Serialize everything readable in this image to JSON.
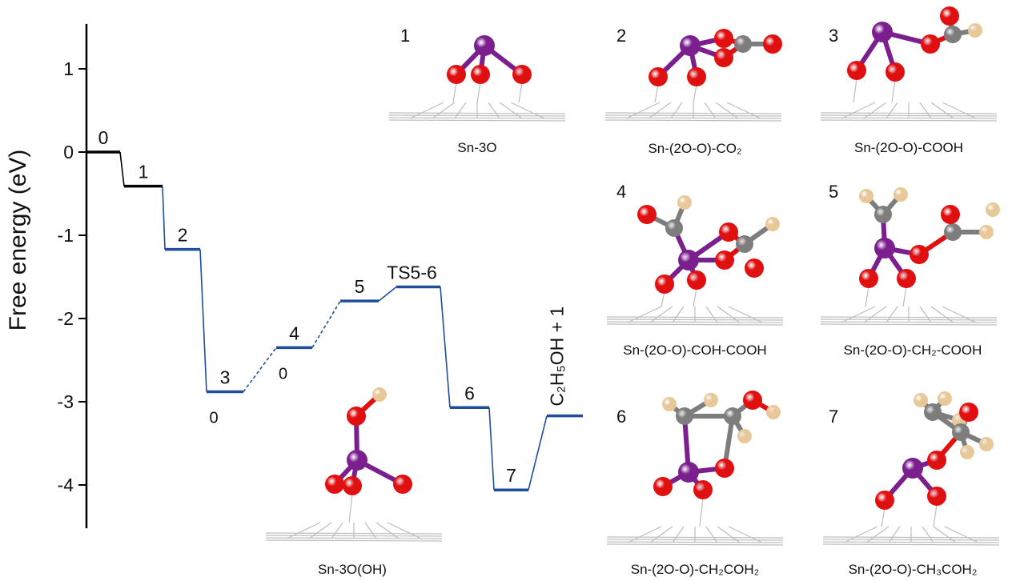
{
  "chart_data": {
    "type": "energy-level-diagram",
    "ylabel": "Free energy (eV)",
    "ylim": [
      -4.52,
      1.54
    ],
    "yticks": [
      1,
      0,
      -1,
      -2,
      -3,
      -4
    ],
    "grid": false,
    "levels": [
      {
        "label": "0",
        "value": 0.0,
        "color": "#000000"
      },
      {
        "label": "1",
        "value": -0.41,
        "color": "#000000"
      },
      {
        "label": "2",
        "value": -1.17,
        "color": "#1f4e9c"
      },
      {
        "label": "3",
        "value": -2.88,
        "color": "#1f4e9c",
        "note": "0"
      },
      {
        "label": "4",
        "value": -2.35,
        "color": "#1f4e9c",
        "note": "0"
      },
      {
        "label": "5",
        "value": -1.79,
        "color": "#1f4e9c"
      },
      {
        "label": "TS5-6",
        "value": -1.62,
        "color": "#1f4e9c"
      },
      {
        "label": "6",
        "value": -3.07,
        "color": "#1f4e9c"
      },
      {
        "label": "7",
        "value": -4.06,
        "color": "#1f4e9c"
      },
      {
        "label": "C₂H₅OH + 1",
        "value": -3.17,
        "color": "#1f4e9c",
        "vertical": true
      }
    ],
    "connectors": [
      "solid-black",
      "solid",
      "solid",
      "dashed",
      "dashed",
      "solid",
      "solid",
      "solid",
      "solid"
    ]
  },
  "structures": [
    {
      "number": "1",
      "name": "Sn-3O"
    },
    {
      "number": "2",
      "name": "Sn-(2O-O)-CO₂"
    },
    {
      "number": "3",
      "name": "Sn-(2O-O)-COOH"
    },
    {
      "number": "4",
      "name": "Sn-(2O-O)-COH-COOH"
    },
    {
      "number": "5",
      "name": "Sn-(2O-O)-CH₂-COOH"
    },
    {
      "number": "6",
      "name": "Sn-(2O-O)-CH₂COH₂"
    },
    {
      "number": "7",
      "name": "Sn-(2O-O)-CH₃COH₂"
    },
    {
      "number": "",
      "name": "Sn-3O(OH)"
    }
  ],
  "colors": {
    "Sn": "#7b1f8f",
    "O": "#e01010",
    "C": "#7d7d7d",
    "H": "#e8c898",
    "substrate": "#bdbdbd",
    "blue": "#1f4e9c"
  }
}
